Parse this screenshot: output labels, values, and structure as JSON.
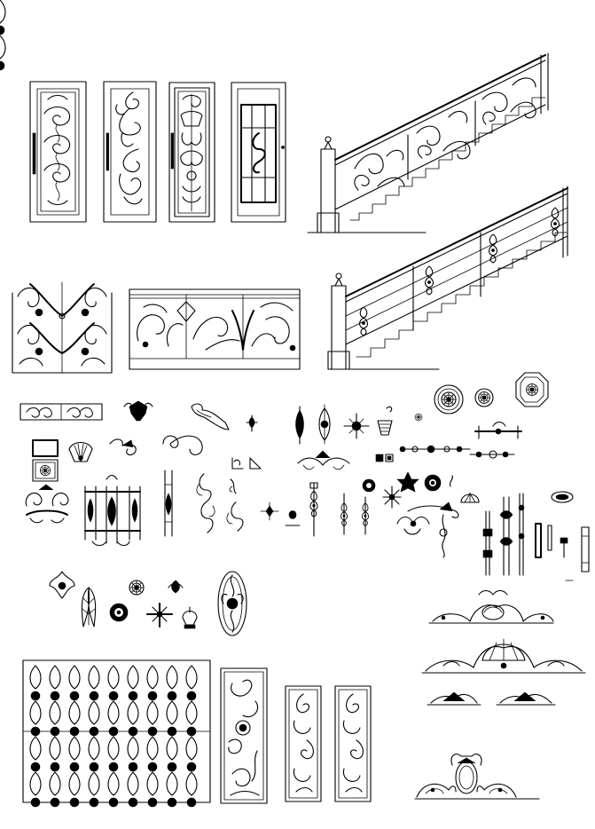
{
  "sheet": {
    "background": "#ffffff",
    "line_color": "#000000"
  },
  "groups": [
    {
      "name": "door-panels",
      "count": 4
    },
    {
      "name": "stair-railings",
      "count": 2
    },
    {
      "name": "railing-panels",
      "count": 2
    },
    {
      "name": "ornaments",
      "count": 60
    },
    {
      "name": "column-posts",
      "count": 5
    },
    {
      "name": "baroque-crests",
      "count": 4
    },
    {
      "name": "grille-panels",
      "count": 4
    }
  ]
}
